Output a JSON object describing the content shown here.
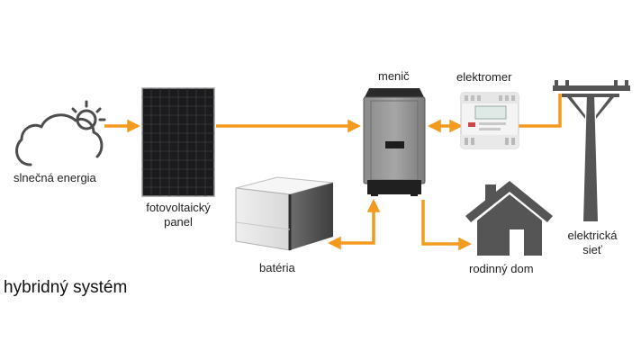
{
  "labels": {
    "solar": "slnečná energia",
    "panel_line1": "fotovoltaický",
    "panel_line2": "panel",
    "inverter": "menič",
    "meter": "elektromer",
    "battery": "batéria",
    "house": "rodinný dom",
    "grid_line1": "elektrická",
    "grid_line2": "sieť"
  },
  "caption": "hybridný systém",
  "colors": {
    "arrow": "#f39a1f",
    "icon": "#555555",
    "panel": "#1b1b1d"
  },
  "icons": [
    "cloud-sun-icon",
    "solar-panel",
    "inverter",
    "electricity-meter",
    "battery-unit",
    "house-icon",
    "power-pole-icon"
  ]
}
